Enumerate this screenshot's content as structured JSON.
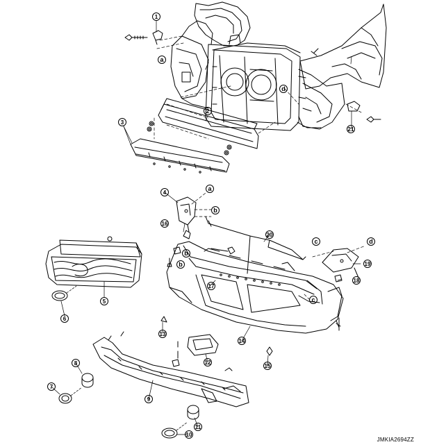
{
  "diagram": {
    "reference_code": "JMKIA2694ZZ",
    "callouts": {
      "c1": "1",
      "c2": "2",
      "c3": "3",
      "c4": "4",
      "c5": "5",
      "c6": "6",
      "c7": "7",
      "c8": "8",
      "c9": "9",
      "c10": "10",
      "c11": "11",
      "c12": "12",
      "c13": "13",
      "c14": "14",
      "c15": "15",
      "c16": "16",
      "c17": "17",
      "c18": "18",
      "c19": "19",
      "c20": "20",
      "c21": "21"
    },
    "connectors": {
      "a1": "a",
      "a2": "a",
      "b1": "b",
      "b2": "b",
      "b3": "b",
      "c1": "c",
      "c2": "c",
      "d1": "d",
      "d2": "d"
    }
  }
}
